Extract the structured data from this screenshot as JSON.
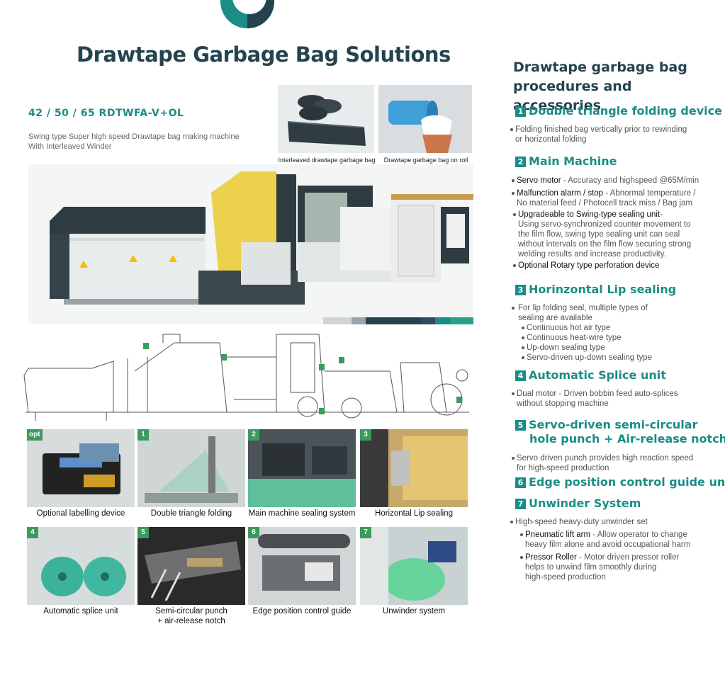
{
  "main_title": "Drawtape Garbage Bag Solutions",
  "model": "42 / 50 / 65 RDTWFA-V+OL",
  "model_desc_1": "Swing type Super high speed Drawtape bag making machine",
  "model_desc_2": "With Interleaved Winder",
  "top_captions": [
    "Interleaved drawtape garbage bag",
    "Drawtape garbage bag on roll"
  ],
  "colors": {
    "brand_dark": "#24434f",
    "brand_teal": "#1b8c86",
    "tag_green": "#3d9a5e"
  },
  "grid": [
    {
      "tag": "opt",
      "caption": "Optional labelling device"
    },
    {
      "tag": "1",
      "caption": "Double triangle folding"
    },
    {
      "tag": "2",
      "caption": "Main machine sealing system"
    },
    {
      "tag": "3",
      "caption": "Horizontal Lip sealing"
    },
    {
      "tag": "4",
      "caption": "Automatic splice unit"
    },
    {
      "tag": "5",
      "caption": "Semi-circular punch",
      "caption2": "+ air-release notch"
    },
    {
      "tag": "6",
      "caption": "Edge position control guide"
    },
    {
      "tag": "7",
      "caption": "Unwinder system"
    }
  ],
  "side": {
    "title_1": "Drawtape garbage bag",
    "title_2": "procedures and accessories",
    "s1": {
      "num": "1",
      "title": "Double triangle folding device",
      "l1": "Folding finished bag vertically prior to rewinding",
      "l2": "or horizontal folding"
    },
    "s2": {
      "num": "2",
      "title": "Main Machine",
      "servo_k": "Servo motor",
      "servo_v": " - Accuracy and highspeed @65M/min",
      "alarm_k": "Malfunction alarm / stop",
      "alarm_v": " - Abnormal temperature /",
      "alarm_2": "No material feed / Photocell track miss / Bag jam",
      "upg_k": "Upgradeable to Swing-type sealing unit-",
      "upg_1": "Using servo-synchronized counter movement to",
      "upg_2": "the film flow, swing type sealing unit can seal",
      "upg_3": "without intervals on the film flow securing strong",
      "upg_4": "welding results and increase productivity.",
      "rot_k": "Optional Rotary type perforation device"
    },
    "s3": {
      "num": "3",
      "title": "Horinzontal Lip sealing",
      "l1": "For lip folding seal, multiple types of",
      "l2": "sealing are available",
      "o1": "Continuous hot air type",
      "o2": "Continuous heat-wire type",
      "o3": "Up-down sealing type",
      "o4": "Servo-driven up-down sealing type"
    },
    "s4": {
      "num": "4",
      "title": "Automatic Splice unit",
      "l1": "Dual motor - Driven bobbin feed auto-splices",
      "l2": "without stopping machine"
    },
    "s5": {
      "num": "5",
      "title": "Servo-driven semi-circular",
      "title2": "hole punch + Air-release notch",
      "l1": "Servo driven punch provides high reaction speed",
      "l2": "for high-speed production"
    },
    "s6": {
      "num": "6",
      "title": "Edge position control guide unit"
    },
    "s7": {
      "num": "7",
      "title": "Unwinder System",
      "l1": "High-speed heavy-duty unwinder set",
      "p_k": "Pneumatic lift arm",
      "p_v": " - Allow operator to change",
      "p_2": "heavy film alone and avoid occupational harm",
      "r_k": "Pressor Roller",
      "r_v": " - Motor driven pressor roller",
      "r_2": "helps to unwind film smoothly during",
      "r_3": "high-speed production"
    }
  }
}
